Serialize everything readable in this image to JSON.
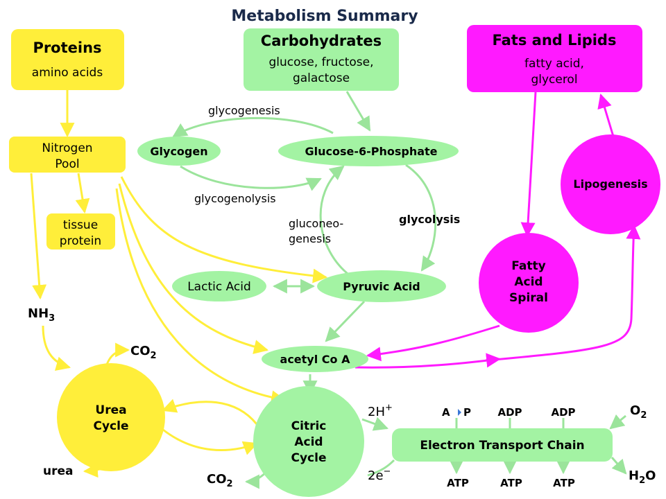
{
  "title": "Metabolism Summary",
  "colors": {
    "yellow": "#ffee3a",
    "yellow_line": "#ffee3a",
    "green": "#a3f3a3",
    "green_line": "#9be49b",
    "magenta": "#ff1aff",
    "magenta_line": "#ff1aff",
    "text": "#000000"
  },
  "nodes": {
    "proteins": {
      "title": "Proteins",
      "subtitle": "amino acids"
    },
    "carbohydrates": {
      "title": "Carbohydrates",
      "line1": "glucose, fructose,",
      "line2": "galactose"
    },
    "fats": {
      "title": "Fats and Lipids",
      "line1": "fatty acid,",
      "line2": "glycerol"
    },
    "nitrogen_pool": {
      "line1": "Nitrogen",
      "line2": "Pool"
    },
    "tissue_protein": {
      "line1": "tissue",
      "line2": "protein"
    },
    "glycogen": {
      "label": "Glycogen"
    },
    "g6p": {
      "label": "Glucose-6-Phosphate"
    },
    "lactic_acid": {
      "label": "Lactic Acid"
    },
    "pyruvic_acid": {
      "label": "Pyruvic Acid"
    },
    "acetyl_coa": {
      "label": "acetyl Co A"
    },
    "urea_cycle": {
      "line1": "Urea",
      "line2": "Cycle"
    },
    "citric_acid": {
      "line1": "Citric",
      "line2": "Acid",
      "line3": "Cycle"
    },
    "fatty_acid_spiral": {
      "line1": "Fatty",
      "line2": "Acid",
      "line3": "Spiral"
    },
    "lipogenesis": {
      "label": "Lipogenesis"
    },
    "etc": {
      "label": "Electron Transport Chain"
    }
  },
  "labels": {
    "glycogenesis": "glycogenesis",
    "glycogenolysis": "glycogenolysis",
    "gluconeo1": "gluconeo-",
    "gluconeo2": "genesis",
    "glycolysis": "glycolysis",
    "nh3_base": "NH",
    "nh3_sub": "3",
    "co2_top_base": "CO",
    "co2_top_sub": "2",
    "co2_bottom_base": "CO",
    "co2_bottom_sub": "2",
    "urea": "urea",
    "h2_base": "2H",
    "h2_sup": "+",
    "e2_base": "2e",
    "e2_sup": "−",
    "o2_base": "O",
    "o2_sub": "2",
    "h2o_base": "H",
    "h2o_sub": "2",
    "h2o_end": "O",
    "adp1_a": "A",
    "adp1_p": "P",
    "adp2": "ADP",
    "adp3": "ADP",
    "atp1": "ATP",
    "atp2": "ATP",
    "atp3": "ATP"
  }
}
